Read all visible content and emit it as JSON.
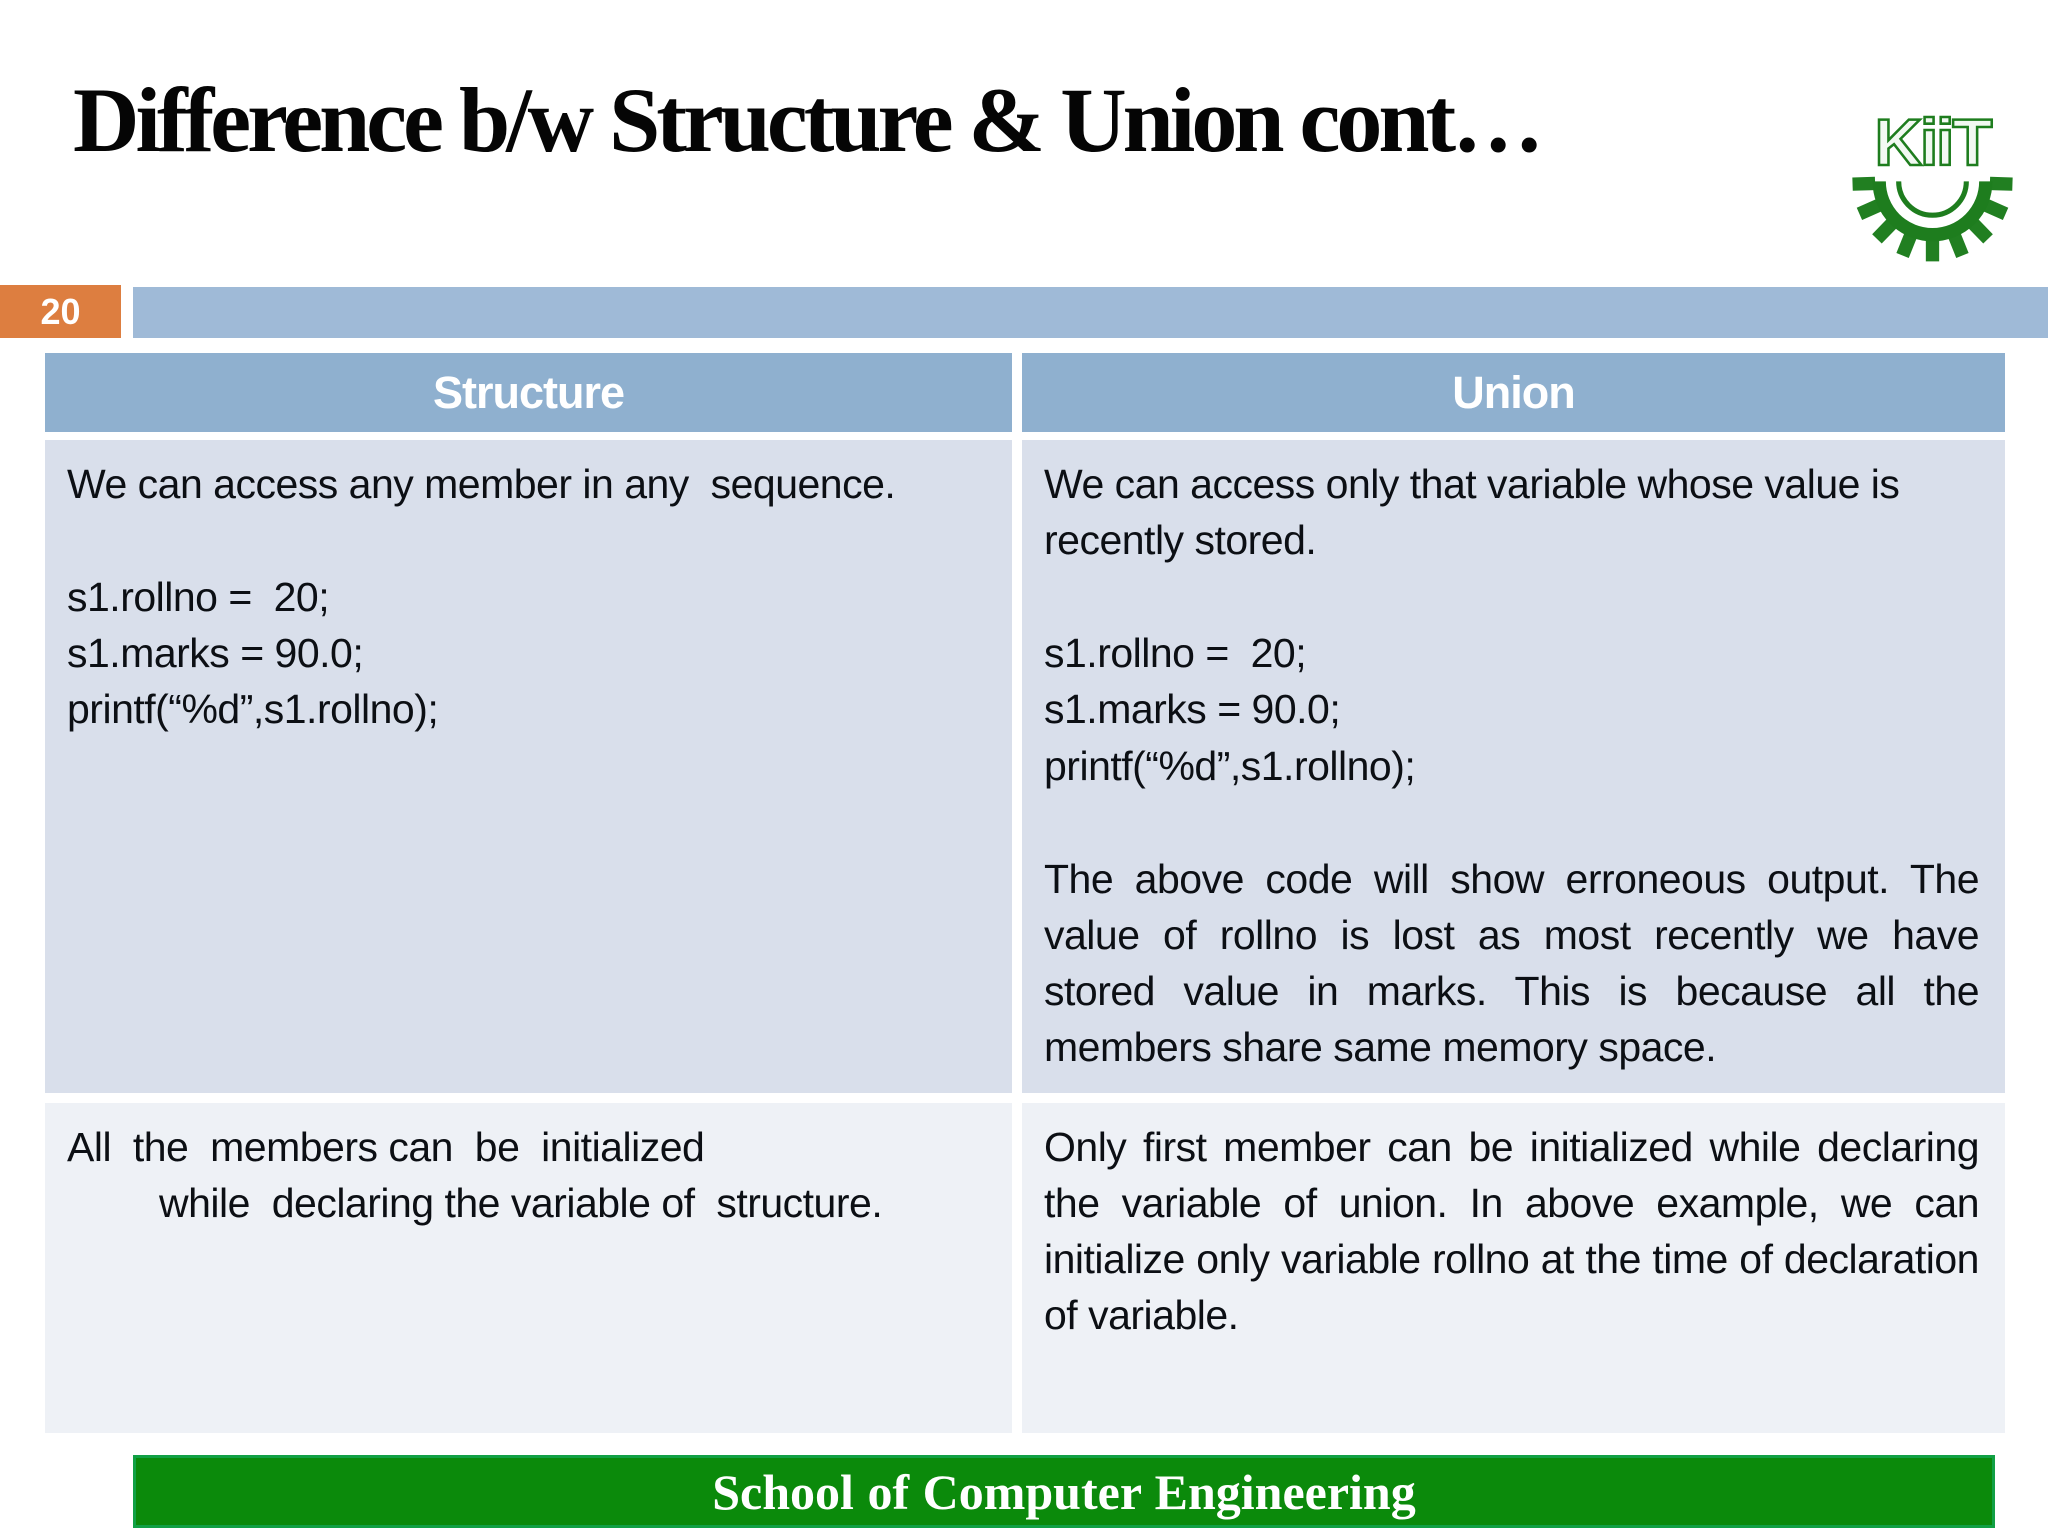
{
  "slide": {
    "title": "Difference b/w Structure & Union cont…",
    "page_number": "20",
    "logo_text": "KiiT",
    "footer": "School of Computer Engineering"
  },
  "table": {
    "headers": [
      "Structure",
      "Union"
    ],
    "row1": {
      "structure": {
        "p1": "We can access any member in any  sequence.",
        "code1": "s1.rollno =  20;",
        "code2": "s1.marks = 90.0;",
        "code3": "printf(“%d”,s1.rollno);"
      },
      "union": {
        "p1": "We can access only that variable whose value is recently stored.",
        "code1": "s1.rollno =  20;",
        "code2": "s1.marks = 90.0;",
        "code3": "printf(“%d”,s1.rollno);",
        "p2": "The above code will show erroneous output. The value of rollno is lost as most recently we have stored value in marks. This  is because all the members share same memory space."
      }
    },
    "row2": {
      "structure_line1": "All  the  members can  be  initialized",
      "structure_line2": "while  declaring the variable of  structure.",
      "union_p1": "Only first member can be initialized while declaring the variable of union. In above example, we can initialize only variable rollno at the time of declaration of  variable."
    }
  },
  "colors": {
    "accent_orange": "#DD7E40",
    "bar_blue": "#9FBAD7",
    "header_blue": "#8FB0CF",
    "row1_bg": "#D9DFEB",
    "row2_bg": "#EEF1F6",
    "footer_green": "#0B8A0B",
    "logo_green": "#1E7D1E"
  }
}
